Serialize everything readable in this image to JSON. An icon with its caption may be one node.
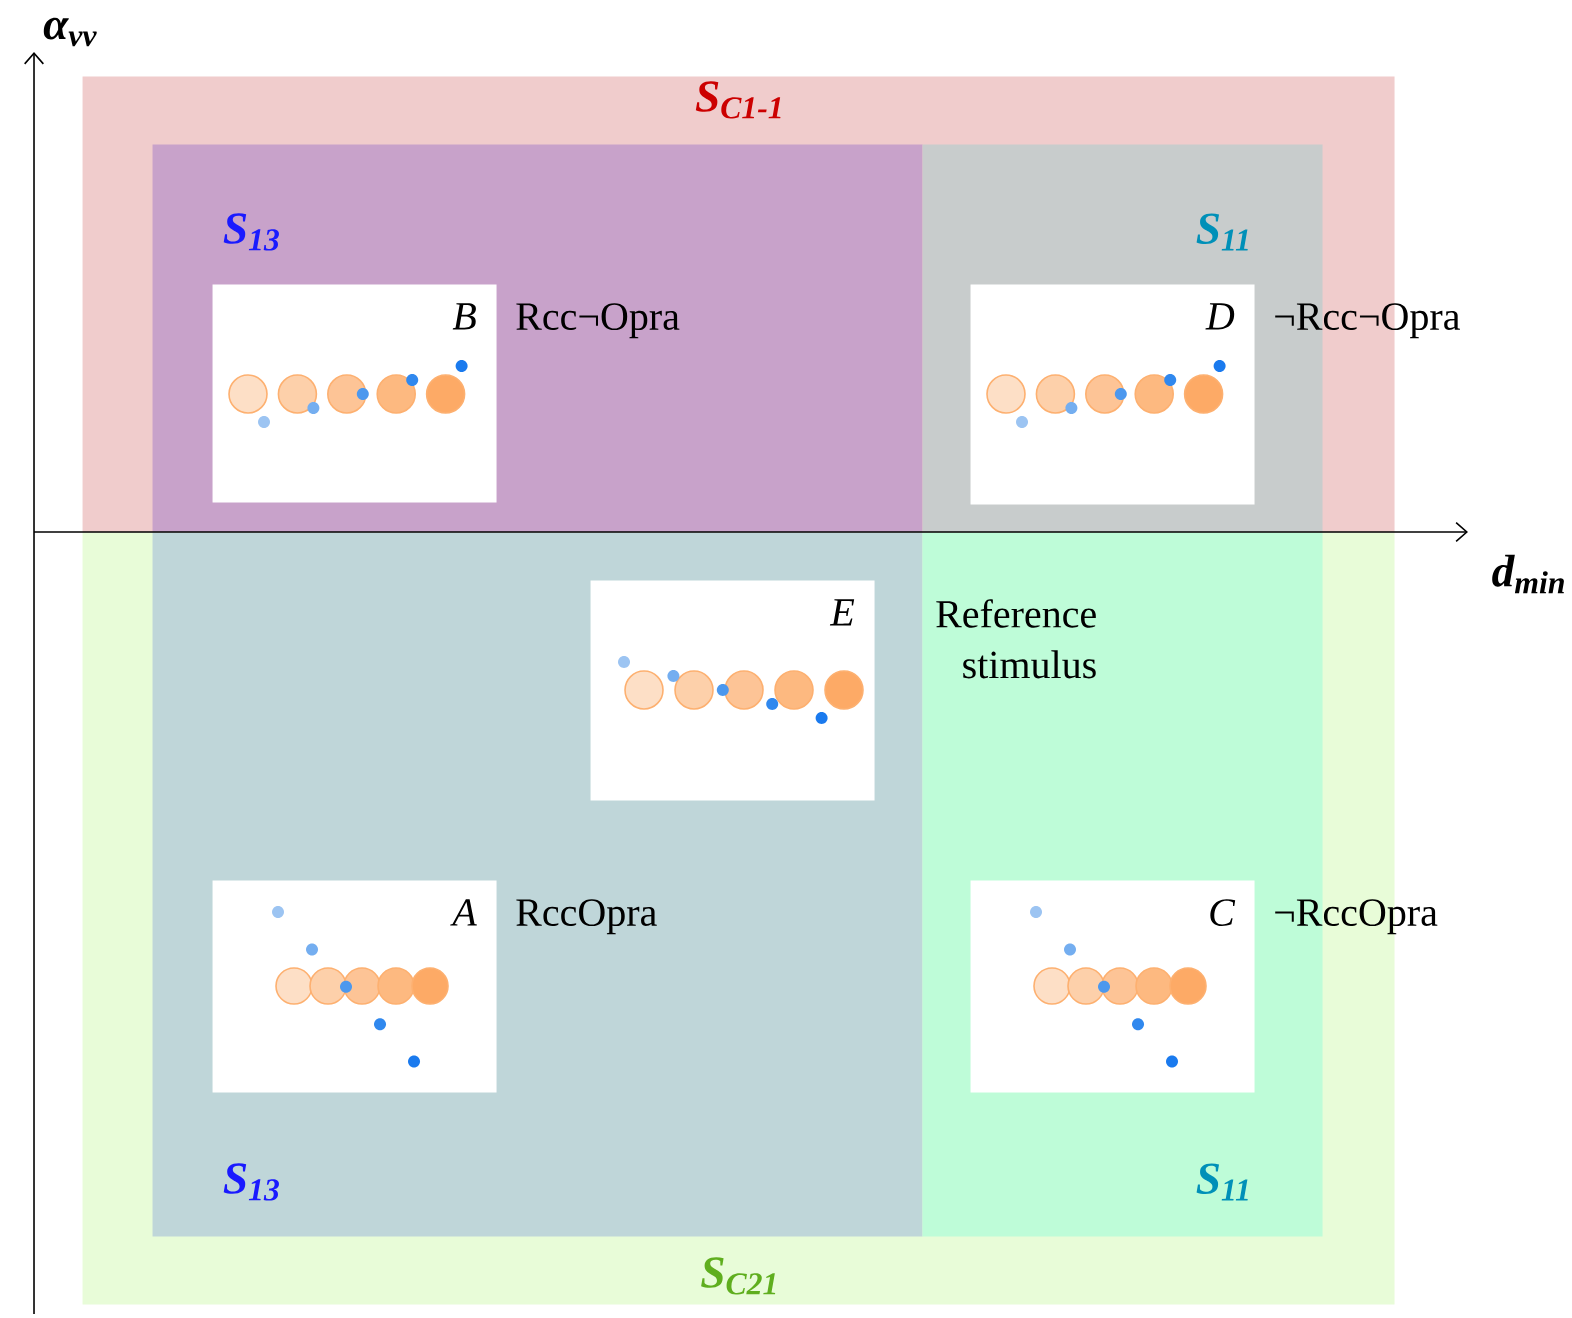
{
  "diagram": {
    "nodes": [
      {
        "text": [
          "S$_{C1-1}$"
        ]
      },
      {
        "text": [
          "S$_{13}$"
        ],
        "in": 0
      },
      {
        "text": [
          "S$_{11}$"
        ],
        "in": 0
      },
      {
        "text": [
          "B"
        ],
        "beside": [
          "Rcc¬Opra"
        ],
        "in": 1
      },
      {
        "text": [
          "D"
        ],
        "beside": [
          "¬Rcc¬Opra"
        ],
        "in": 2
      },
      {
        "text": [
          "S$_{C21}$"
        ]
      },
      {
        "text": [
          "S$_{13}$"
        ],
        "in": 5
      },
      {
        "text": [
          "S$_{11}$"
        ],
        "in": 5
      },
      {
        "text": [
          "E"
        ],
        "beside": [
          "Reference stimulus"
        ],
        "in": 6
      },
      {
        "text": [
          "A"
        ],
        "beside": [
          "RccOpra"
        ],
        "in": 6
      },
      {
        "text": [
          "C"
        ],
        "beside": [
          "¬RccOpra"
        ],
        "in": 7
      }
    ],
    "labels": [
      "α$_{vv}$",
      "d$_{min}$"
    ]
  }
}
